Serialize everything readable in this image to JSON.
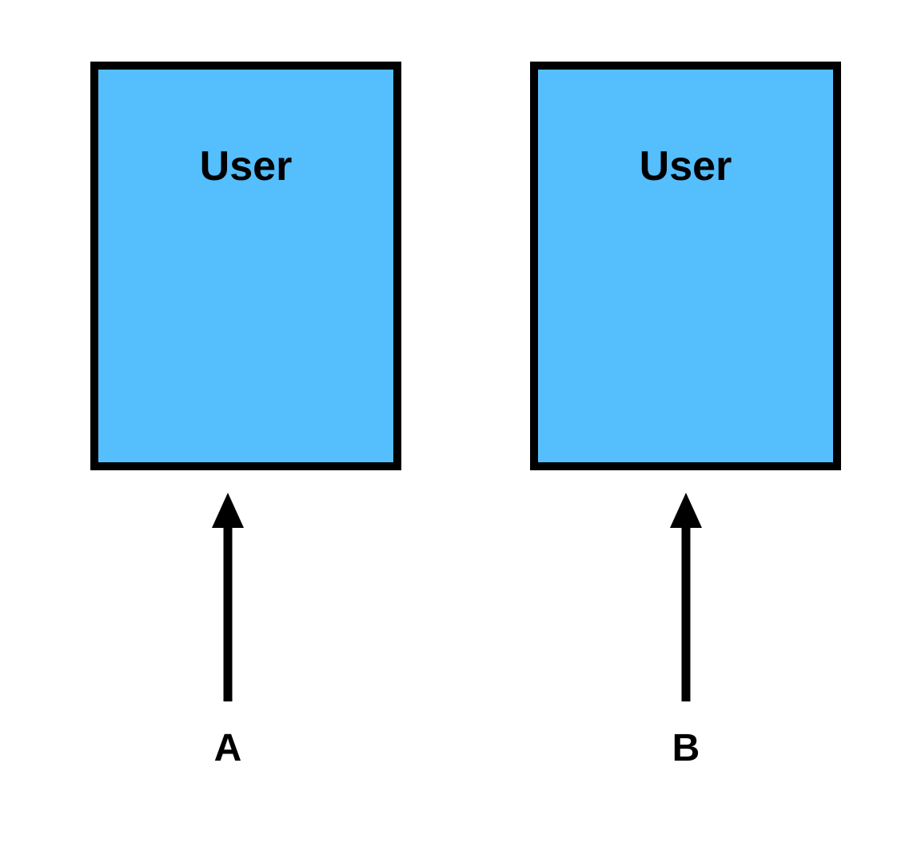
{
  "diagram": {
    "background_color": "#ffffff",
    "boxes": [
      {
        "id": "box-a",
        "label": "User",
        "fill": "#55befc",
        "border_color": "#000000"
      },
      {
        "id": "box-b",
        "label": "User",
        "fill": "#55befc",
        "border_color": "#000000"
      }
    ],
    "arrows": [
      {
        "id": "arrow-a",
        "label": "A",
        "direction": "up",
        "color": "#000000",
        "points_to": "box-a"
      },
      {
        "id": "arrow-b",
        "label": "B",
        "direction": "up",
        "color": "#000000",
        "points_to": "box-b"
      }
    ]
  }
}
